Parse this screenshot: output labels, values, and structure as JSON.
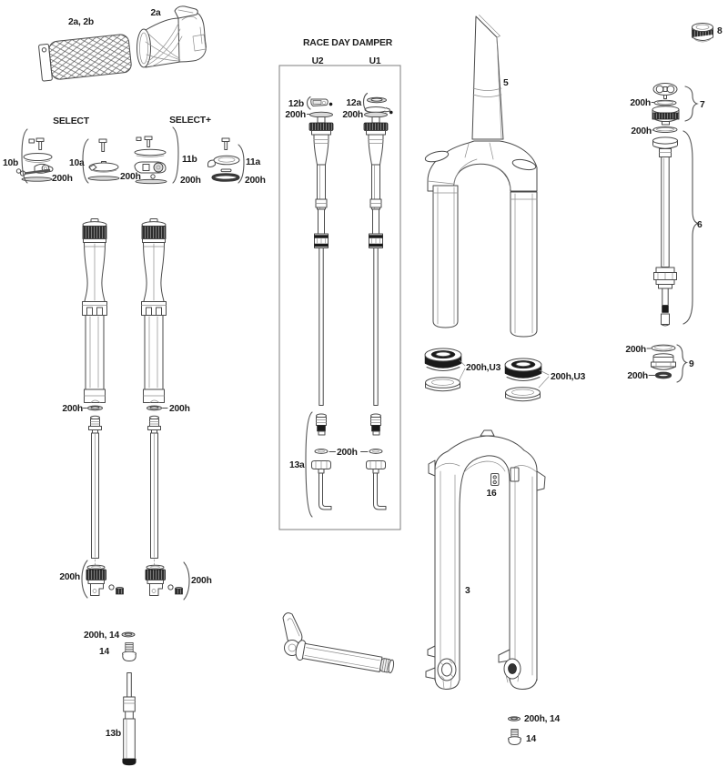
{
  "diagram": {
    "grip": {
      "label": "2a, 2b"
    },
    "twist_shifter": {
      "label": "2a"
    },
    "select": {
      "title": "SELECT",
      "kit_10b": {
        "id": "10b",
        "seal": "200h"
      },
      "kit_10a": {
        "id": "10a",
        "seal": "200h"
      }
    },
    "select_plus": {
      "title": "SELECT+",
      "kit_11b": {
        "id": "11b",
        "seal": "200h"
      },
      "kit_11a": {
        "id": "11a",
        "seal": "200h"
      }
    },
    "race_day_damper": {
      "title": "RACE DAY DAMPER",
      "u2": {
        "label": "U2",
        "cap_kit": "12b",
        "cap_seal": "200h"
      },
      "u1": {
        "label": "U1",
        "cap_kit": "12a",
        "cap_seal": "200h"
      },
      "rebound_kit": {
        "id": "13a",
        "seal": "200h"
      }
    },
    "csu": {
      "id": "5"
    },
    "dust_seal_left": {
      "label": "200h,U3"
    },
    "dust_seal_right": {
      "label": "200h,U3"
    },
    "top_cap": {
      "id": "8"
    },
    "air_top_cap": {
      "id": "7",
      "seal_upper": "200h",
      "seal_lower": "200h"
    },
    "air_spring_shaft": {
      "id": "6"
    },
    "air_piston": {
      "id": "9",
      "seal_upper": "200h",
      "seal_lower": "200h"
    },
    "air_shaft_left": {
      "seal": "200h",
      "foot_seal": "200h"
    },
    "air_shaft_right": {
      "seal": "200h",
      "foot_seal": "200h"
    },
    "shaft_bolt_kit_left": {
      "oring": "200h, 14",
      "bolt": "14"
    },
    "rebound_cartridge": {
      "id": "13b"
    },
    "lowers": {
      "id": "3",
      "hose_guide": "16"
    },
    "shaft_bolt_kit_right": {
      "oring": "200h, 14",
      "bolt": "14"
    }
  }
}
